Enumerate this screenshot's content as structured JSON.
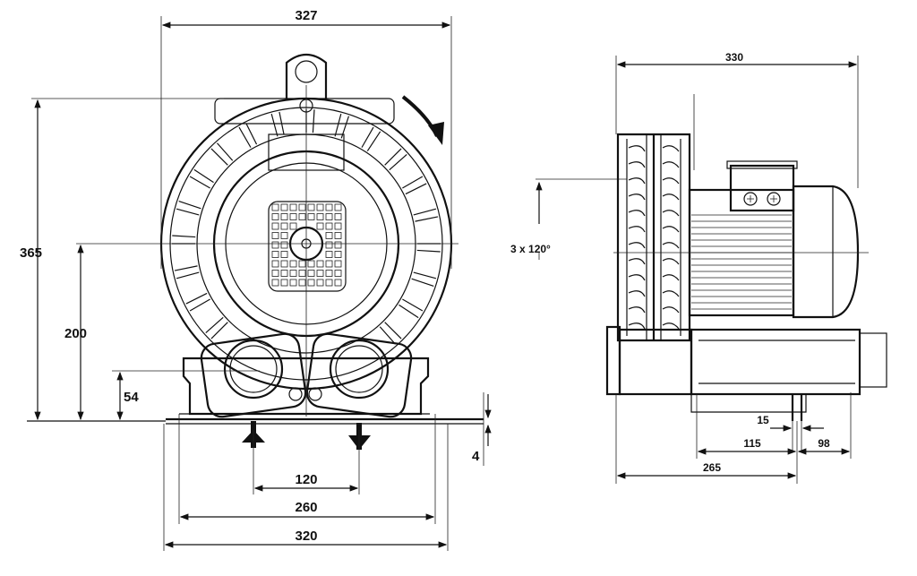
{
  "front_view": {
    "dims": {
      "overall_width": "327",
      "overall_height": "365",
      "axis_height": "200",
      "flange_height": "54",
      "base_thickness": "4",
      "port_spacing": "120",
      "foot_hole_spacing": "260",
      "base_width": "320"
    }
  },
  "side_view": {
    "dims": {
      "overall_length": "330",
      "bolt_pattern": "3 x 120°",
      "d15": "15",
      "d115": "115",
      "d98": "98",
      "d265": "265"
    }
  },
  "colors": {
    "line": "#111111",
    "background": "#ffffff"
  }
}
